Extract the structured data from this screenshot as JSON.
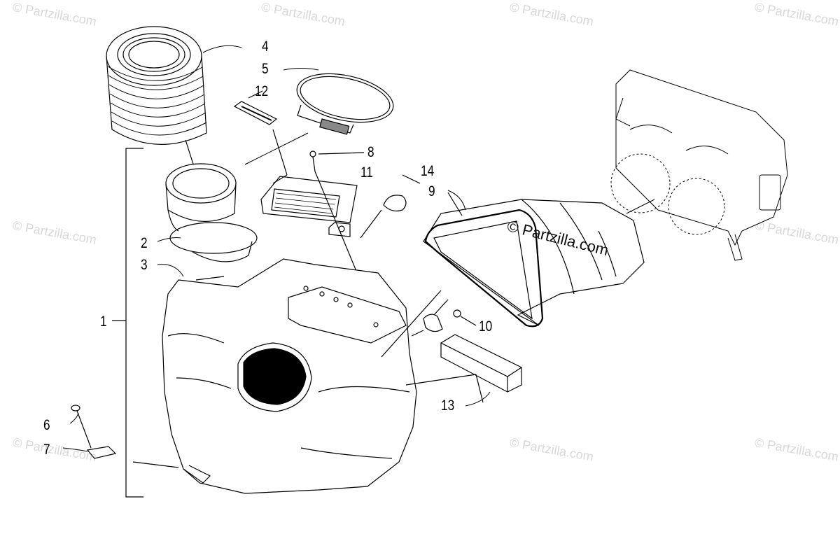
{
  "watermark": {
    "small_text": "© Partzilla.com",
    "main_text": "© Partzilla.com"
  },
  "callouts": [
    "1",
    "2",
    "3",
    "4",
    "5",
    "6",
    "7",
    "8",
    "9",
    "10",
    "11",
    "12",
    "13",
    "14"
  ],
  "colors": {
    "line": "#000000",
    "background": "#ffffff",
    "watermark": "#d8d8d8"
  }
}
